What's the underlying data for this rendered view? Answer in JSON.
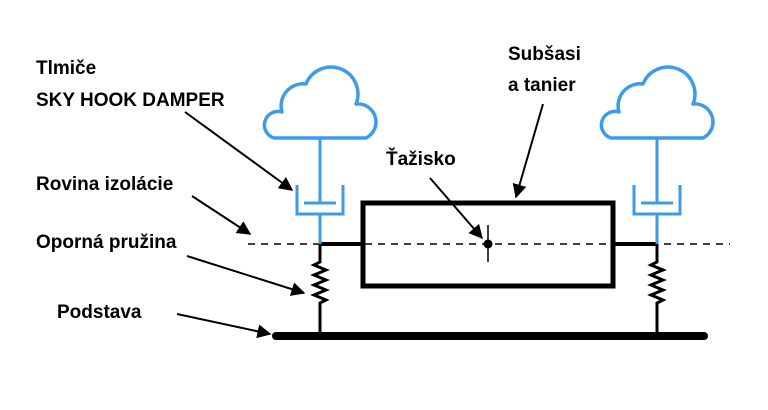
{
  "labels": {
    "dampers_line1": "Tlmiče",
    "dampers_line2": "SKY HOOK DAMPER",
    "isolation_plane": "Rovina izolácie",
    "support_spring": "Oporná pružina",
    "base": "Podstava",
    "center_of_gravity": "Ťažisko",
    "subframe_line1": "Subšasi",
    "subframe_line2": "a tanier"
  },
  "colors": {
    "damper_blue": "#3d9be9",
    "structure": "#000000"
  },
  "icons": {
    "cloud": "cloud-icon",
    "spring": "spring-icon",
    "damper": "damper-icon"
  }
}
